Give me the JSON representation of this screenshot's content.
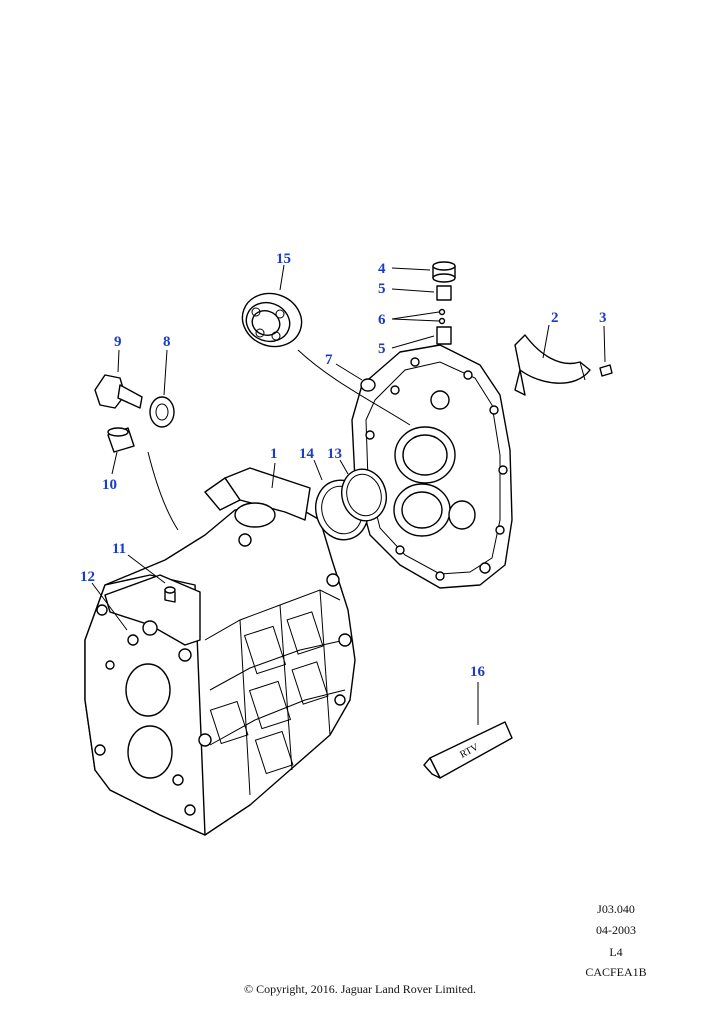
{
  "callouts": [
    {
      "id": "c1",
      "label": "1"
    },
    {
      "id": "c2",
      "label": "2"
    },
    {
      "id": "c3",
      "label": "3"
    },
    {
      "id": "c4",
      "label": "4"
    },
    {
      "id": "c5a",
      "label": "5"
    },
    {
      "id": "c5b",
      "label": "5"
    },
    {
      "id": "c6",
      "label": "6"
    },
    {
      "id": "c7",
      "label": "7"
    },
    {
      "id": "c8",
      "label": "8"
    },
    {
      "id": "c9",
      "label": "9"
    },
    {
      "id": "c10",
      "label": "10"
    },
    {
      "id": "c11",
      "label": "11"
    },
    {
      "id": "c12",
      "label": "12"
    },
    {
      "id": "c13",
      "label": "13"
    },
    {
      "id": "c14",
      "label": "14"
    },
    {
      "id": "c15",
      "label": "15"
    },
    {
      "id": "c16",
      "label": "16"
    }
  ],
  "tube_text": "RTV",
  "reference": {
    "code": "J03.040",
    "date": "04-2003",
    "level": "L4",
    "catalog": "CACFEA1B"
  },
  "copyright": "© Copyright, 2016. Jaguar Land Rover Limited.",
  "colors": {
    "callout": "#1a3cc8",
    "line": "#000000",
    "background": "#ffffff"
  }
}
